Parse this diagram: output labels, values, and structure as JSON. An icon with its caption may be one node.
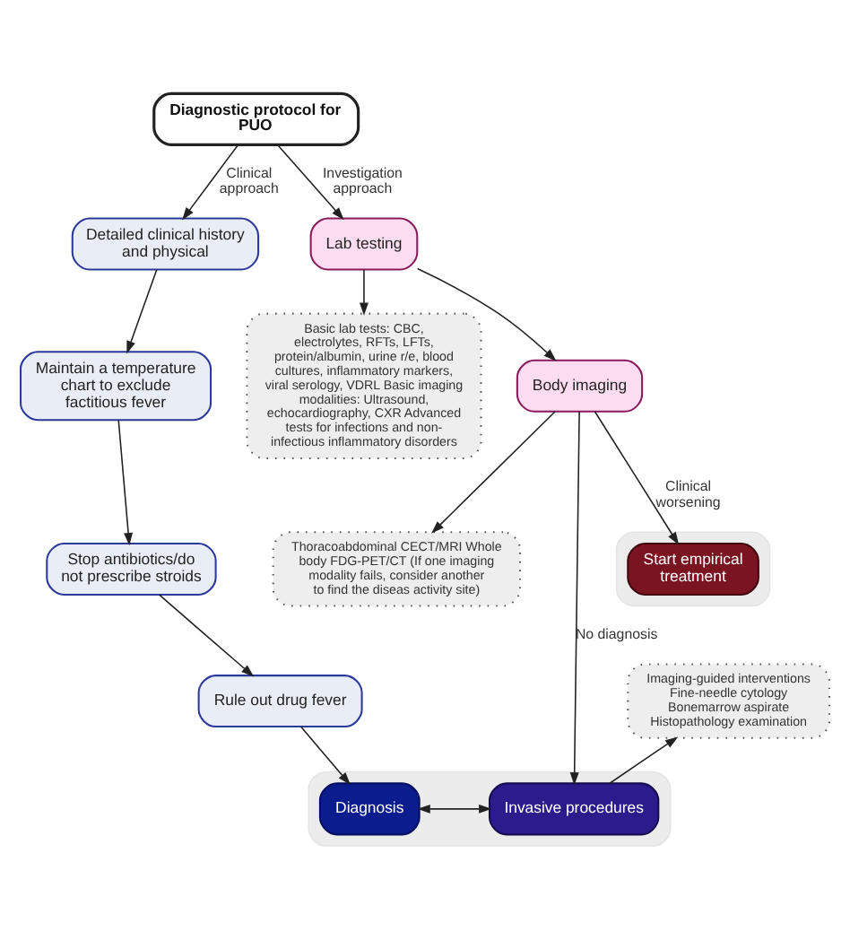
{
  "diagram": {
    "nodes": [
      {
        "text": [
          "Diagnostic protocol for PUO"
        ]
      },
      {
        "text": [
          "Detailed clinical history and physical"
        ]
      },
      {
        "text": [
          "Lab testing"
        ]
      },
      {
        "text": [
          "Maintain a temperature chart to exclude factitious fever"
        ]
      },
      {
        "text": [
          "Basic lab tests: CBC, electrolytes, RFTs, LFTs, protein/albumin, urine r/e, blood cultures, inflammatory markers, viral serology, VDRL Basic imaging modalities: Ultrasound, echocardiography, CXR Advanced tests for infections and non-infectious inflammatory disorders"
        ]
      },
      {
        "text": [
          "Stop antibiotics/do not prescribe stroids"
        ]
      },
      {
        "text": [
          "Body imaging"
        ]
      },
      {
        "text": [
          "Rule out drug fever"
        ]
      },
      {
        "text": [
          "Thoracoabdominal CECT/MRI Whole body FDG-PET/CT (If one imaging modality fails, consider another to find the diseas activity site)"
        ]
      },
      {
        "text": [
          "Imaging-guided interventions Fine-needle cytology Bonemarrow aspirate Histopathology examination"
        ]
      },
      {
        "text": [],
        "shape": "box"
      },
      {
        "text": [
          "Diagnosis"
        ],
        "in": 10
      },
      {
        "text": [
          "Invasive procedures"
        ],
        "in": 10
      },
      {
        "text": [],
        "shape": "box"
      },
      {
        "text": [
          "Start empirical treatment"
        ],
        "in": 13
      }
    ],
    "edges": [
      {
        "from": 0,
        "to": 1,
        "arrow": "to",
        "label": "Clinical approach"
      },
      {
        "from": 0,
        "to": 2,
        "arrow": "to",
        "label": "Investigation approach"
      },
      {
        "from": 1,
        "to": 3,
        "arrow": "to"
      },
      {
        "from": 2,
        "to": 4,
        "arrow": "to"
      },
      {
        "from": 2,
        "to": 6,
        "arrow": "to"
      },
      {
        "from": 3,
        "to": 5,
        "arrow": "to"
      },
      {
        "from": 5,
        "to": 7,
        "arrow": "to"
      },
      {
        "from": 6,
        "to": 8,
        "arrow": "to"
      },
      {
        "from": 7,
        "to": 11,
        "arrow": "to"
      },
      {
        "from": 6,
        "to": 12,
        "arrow": "to",
        "label": "No diagnosis"
      },
      {
        "from": 6,
        "to": 14,
        "arrow": "to",
        "label": "Clinical worsening"
      },
      {
        "from": 11,
        "to": 12,
        "arrow": "both"
      },
      {
        "from": 12,
        "to": 9,
        "arrow": "to"
      }
    ]
  }
}
